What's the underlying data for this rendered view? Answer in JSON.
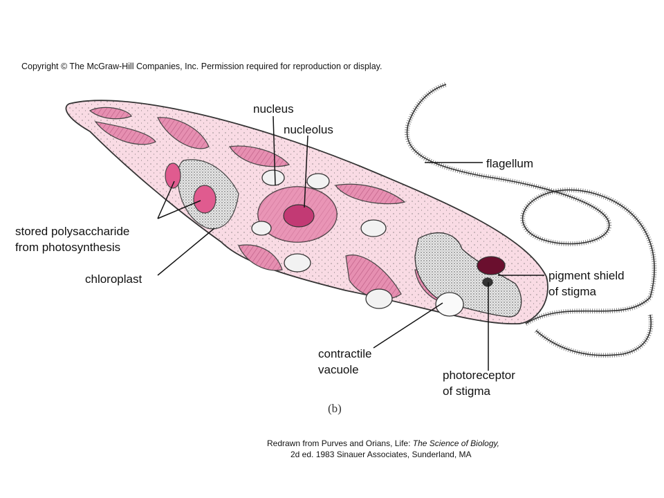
{
  "copyright": "Copyright © The McGraw-Hill Companies, Inc. Permission required for reproduction or display.",
  "labels": {
    "nucleus": "nucleus",
    "nucleolus": "nucleolus",
    "flagellum": "flagellum",
    "stored_polysaccharide_1": "stored polysaccharide",
    "stored_polysaccharide_2": "from photosynthesis",
    "chloroplast": "chloroplast",
    "pigment_shield_1": "pigment shield",
    "pigment_shield_2": "of stigma",
    "contractile_vacuole_1": "contractile",
    "contractile_vacuole_2": "vacuole",
    "photoreceptor_1": "photoreceptor",
    "photoreceptor_2": "of stigma"
  },
  "panel_label": "(b)",
  "credit": {
    "line1_prefix": "Redrawn from Purves and Orians, Life: ",
    "line1_title": "The Science of Biology,",
    "line2": "2d ed. 1983 Sinauer Associates, Sunderland, MA"
  },
  "colors": {
    "cell_fill": "#f9dbe4",
    "chloroplast": "#e58db0",
    "pigment_shield": "#6a0f2e",
    "nucleolus": "#c23a74"
  }
}
